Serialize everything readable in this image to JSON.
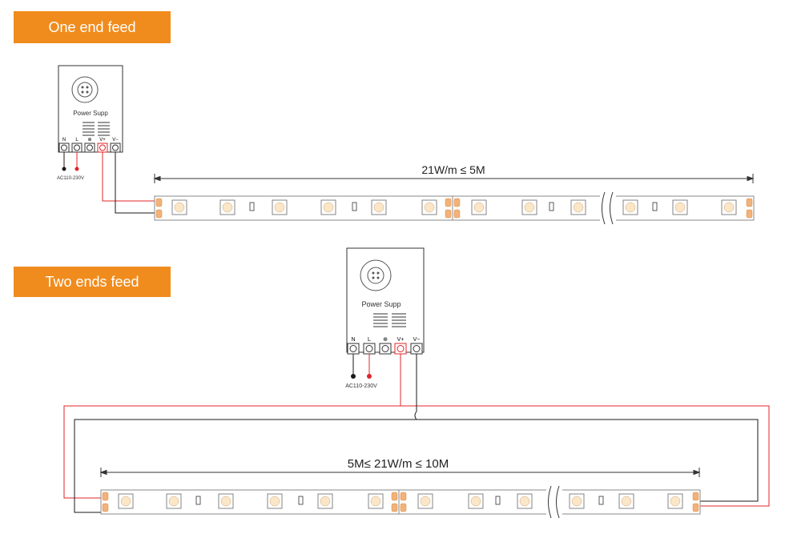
{
  "sections": {
    "one_end": {
      "title": "One end feed",
      "spec": "21W/m ≤ 5M",
      "supply_label": "Power Supp",
      "ac_label": "AC110-230V"
    },
    "two_ends": {
      "title": "Two ends feed",
      "spec": "5M≤ 21W/m ≤ 10M",
      "supply_label": "Power Supp",
      "ac_label": "AC110-230V"
    }
  },
  "terminals": [
    "N",
    "L",
    "⊕",
    "V+",
    "V−"
  ],
  "colors": {
    "accent": "#f08c1e",
    "positive_wire": "#e0242a",
    "negative_wire": "#1a1a1a",
    "led": "#fbe6c8",
    "strip_border": "#8a8a8a"
  }
}
